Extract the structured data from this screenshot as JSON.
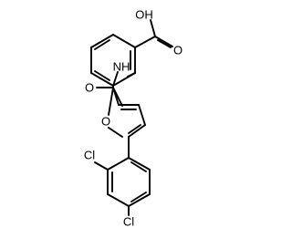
{
  "structure": {
    "atoms": [
      {
        "id": "carboxyl_oh",
        "label": "OH"
      },
      {
        "id": "carboxyl_o",
        "label": "O"
      },
      {
        "id": "amide_nh",
        "label": "NH"
      },
      {
        "id": "amide_o",
        "label": "O"
      },
      {
        "id": "furan_o",
        "label": "O"
      },
      {
        "id": "cl_ortho",
        "label": "Cl"
      },
      {
        "id": "cl_para",
        "label": "Cl"
      }
    ]
  },
  "colors": {
    "bond": "#000000",
    "text": "#000000",
    "background": "#ffffff"
  }
}
